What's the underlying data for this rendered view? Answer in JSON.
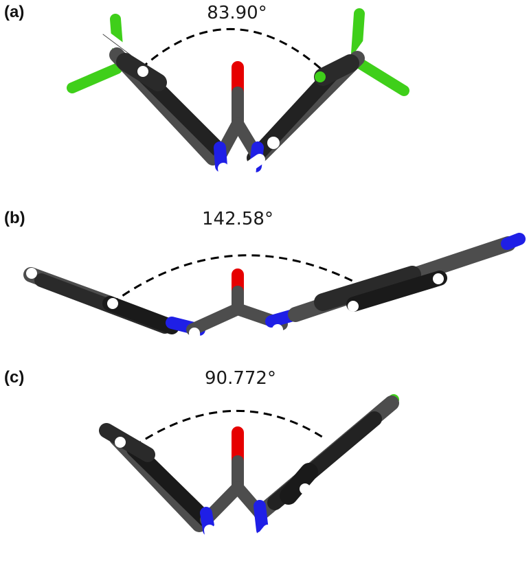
{
  "panels": [
    {
      "label": "(a)",
      "angle": "83.90°"
    },
    {
      "label": "(b)",
      "angle": "142.58°"
    },
    {
      "label": "(c)",
      "angle": "90.772°"
    }
  ],
  "colors": {
    "carbon": "#4d4d4d",
    "nitrogen": "#1f1fe6",
    "oxygen": "#e60000",
    "hydrogen": "#ffffff",
    "fluorine": "#3fcf1a",
    "arc": "#000000"
  }
}
